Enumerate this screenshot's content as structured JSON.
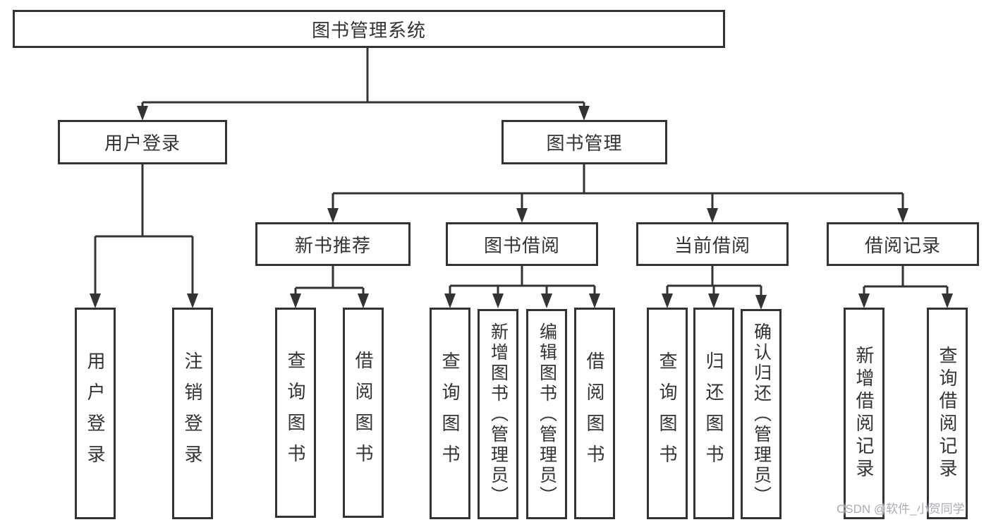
{
  "tree": {
    "label": "图书管理系统",
    "children": [
      {
        "label": "用户登录",
        "children": [
          {
            "label": "用户登录"
          },
          {
            "label": "注销登录"
          }
        ]
      },
      {
        "label": "图书管理",
        "children": [
          {
            "label": "新书推荐",
            "children": [
              {
                "label": "查询图书"
              },
              {
                "label": "借阅图书"
              }
            ]
          },
          {
            "label": "图书借阅",
            "children": [
              {
                "label": "查询图书"
              },
              {
                "label": "新增图书（管理员）"
              },
              {
                "label": "编辑图书（管理员）"
              },
              {
                "label": "借阅图书"
              }
            ]
          },
          {
            "label": "当前借阅",
            "children": [
              {
                "label": "查询图书"
              },
              {
                "label": "归还图书"
              },
              {
                "label": "确认归还（管理员）"
              }
            ]
          },
          {
            "label": "借阅记录",
            "children": [
              {
                "label": "新增借阅记录"
              },
              {
                "label": "查询借阅记录"
              }
            ]
          }
        ]
      }
    ]
  },
  "watermark": {
    "text": "CSDN @软件_小贺同学"
  },
  "style": {
    "line_color": "#333333",
    "box_border_color": "#333333",
    "text_color": "#333333",
    "background": "#ffffff",
    "watermark_color": "#a8acb4"
  }
}
